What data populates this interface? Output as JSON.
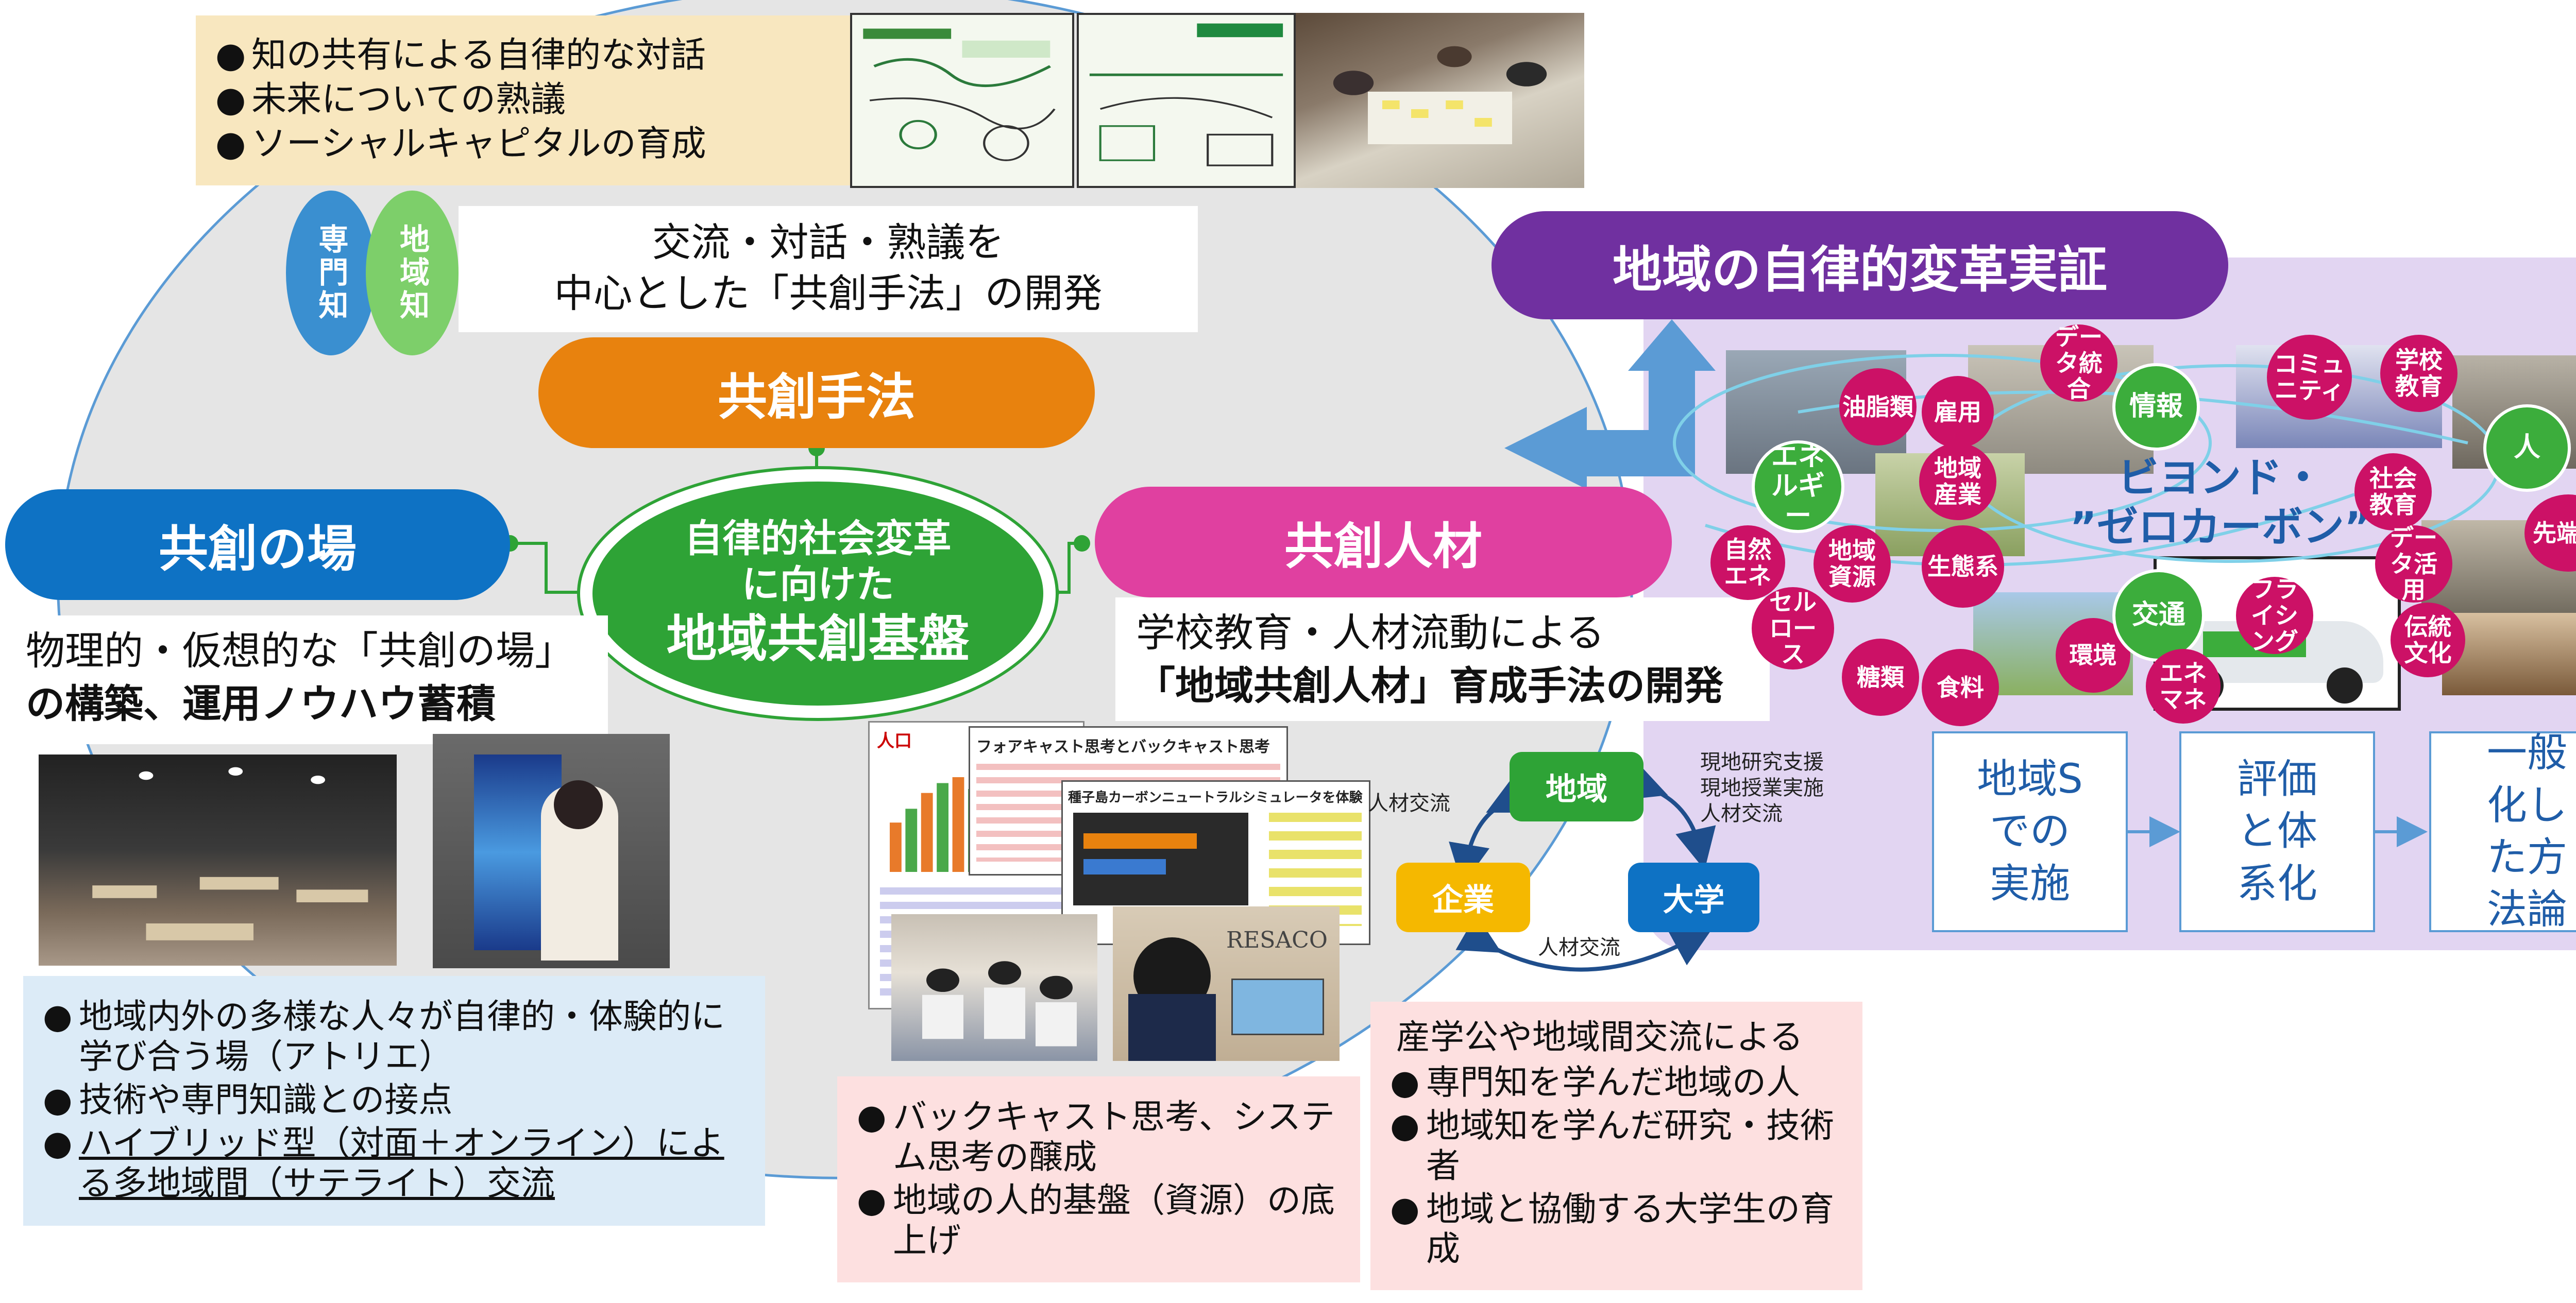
{
  "top_box": {
    "items": [
      "知の共有による自律的な対話",
      "未来についての熟議",
      "ソーシャルキャピタルの育成"
    ]
  },
  "knowledge": {
    "expert": "専門知",
    "local": "地域知"
  },
  "method_desc": {
    "line1": "交流・対話・熟議を",
    "line2": "中心とした「共創手法」の開発"
  },
  "method_label": "共創手法",
  "place_label": "共創の場",
  "place_desc": {
    "line1": "物理的・仮想的な「共創の場」",
    "line2": "の構築、運用ノウハウ蓄積"
  },
  "center": {
    "line1": "自律的社会変革",
    "line2": "に向けた",
    "line3": "地域共創基盤"
  },
  "talent_label": "共創人材",
  "talent_desc": {
    "line1": "学校教育・人材流動による",
    "line2": "「地域共創人材」育成手法の開発"
  },
  "place_box": {
    "items": [
      "地域内外の多様な人々が自律的・体験的に学び合う場（アトリエ）",
      "技術や専門知識との接点",
      "ハイブリッド型（対面＋オンライン）による多地域間（サテライト）交流"
    ]
  },
  "talent_box": {
    "items": [
      "バックキャスト思考、システム思考の醸成",
      "地域の人的基盤（資源）の底上げ"
    ]
  },
  "exchange_box": {
    "intro": "産学公や地域間交流による",
    "items": [
      "専門知を学んだ地域の人",
      "地域知を学んだ研究・技術者",
      "地域と協働する大学生の育成"
    ]
  },
  "triangle": {
    "region": "地域",
    "company": "企業",
    "university": "大学",
    "exchange_left": "人材交流",
    "exchange_bottom": "人材交流",
    "support": [
      "現地研究支援",
      "現地授業実施",
      "人材交流"
    ]
  },
  "proof_title": "地域の自律的変革実証",
  "beyond": {
    "line1": "ビヨンド・",
    "line2": "”ゼロカーボン”"
  },
  "network_nodes": {
    "oil": "油脂類",
    "employ": "雇用",
    "data": "データ統合",
    "info": "情報",
    "community": "コミュニティ",
    "school": "学校教育",
    "energy": "エネルギー",
    "regind": "地域産業",
    "person": "人",
    "society": "社会教育",
    "natural": "自然エネ",
    "regres": "地域資源",
    "eco": "生態系",
    "datause": "データ活用",
    "advanced": "先端知",
    "cellulose": "セルロース",
    "sugar": "糖類",
    "food": "食料",
    "env": "環境",
    "traffic": "交通",
    "flying": "フライシング",
    "enemane": "エネマネ",
    "tradition": "伝統文化"
  },
  "steps": [
    "地域Sでの実施",
    "評価と体系化",
    "一般化した方法論"
  ],
  "poster": {
    "title": "フォアキャスト思考とバックキャスト思考",
    "subtitle": "種子島カーボンニュートラルシミュレータを体験しよう",
    "chart_label": "人口",
    "photo_text": "RESACO"
  },
  "colors": {
    "orange": "#e8820e",
    "blue": "#0e72c4",
    "magenta": "#e040a0",
    "green": "#2ea336",
    "purple": "#7030a0",
    "lavender": "#e2d5f2"
  }
}
